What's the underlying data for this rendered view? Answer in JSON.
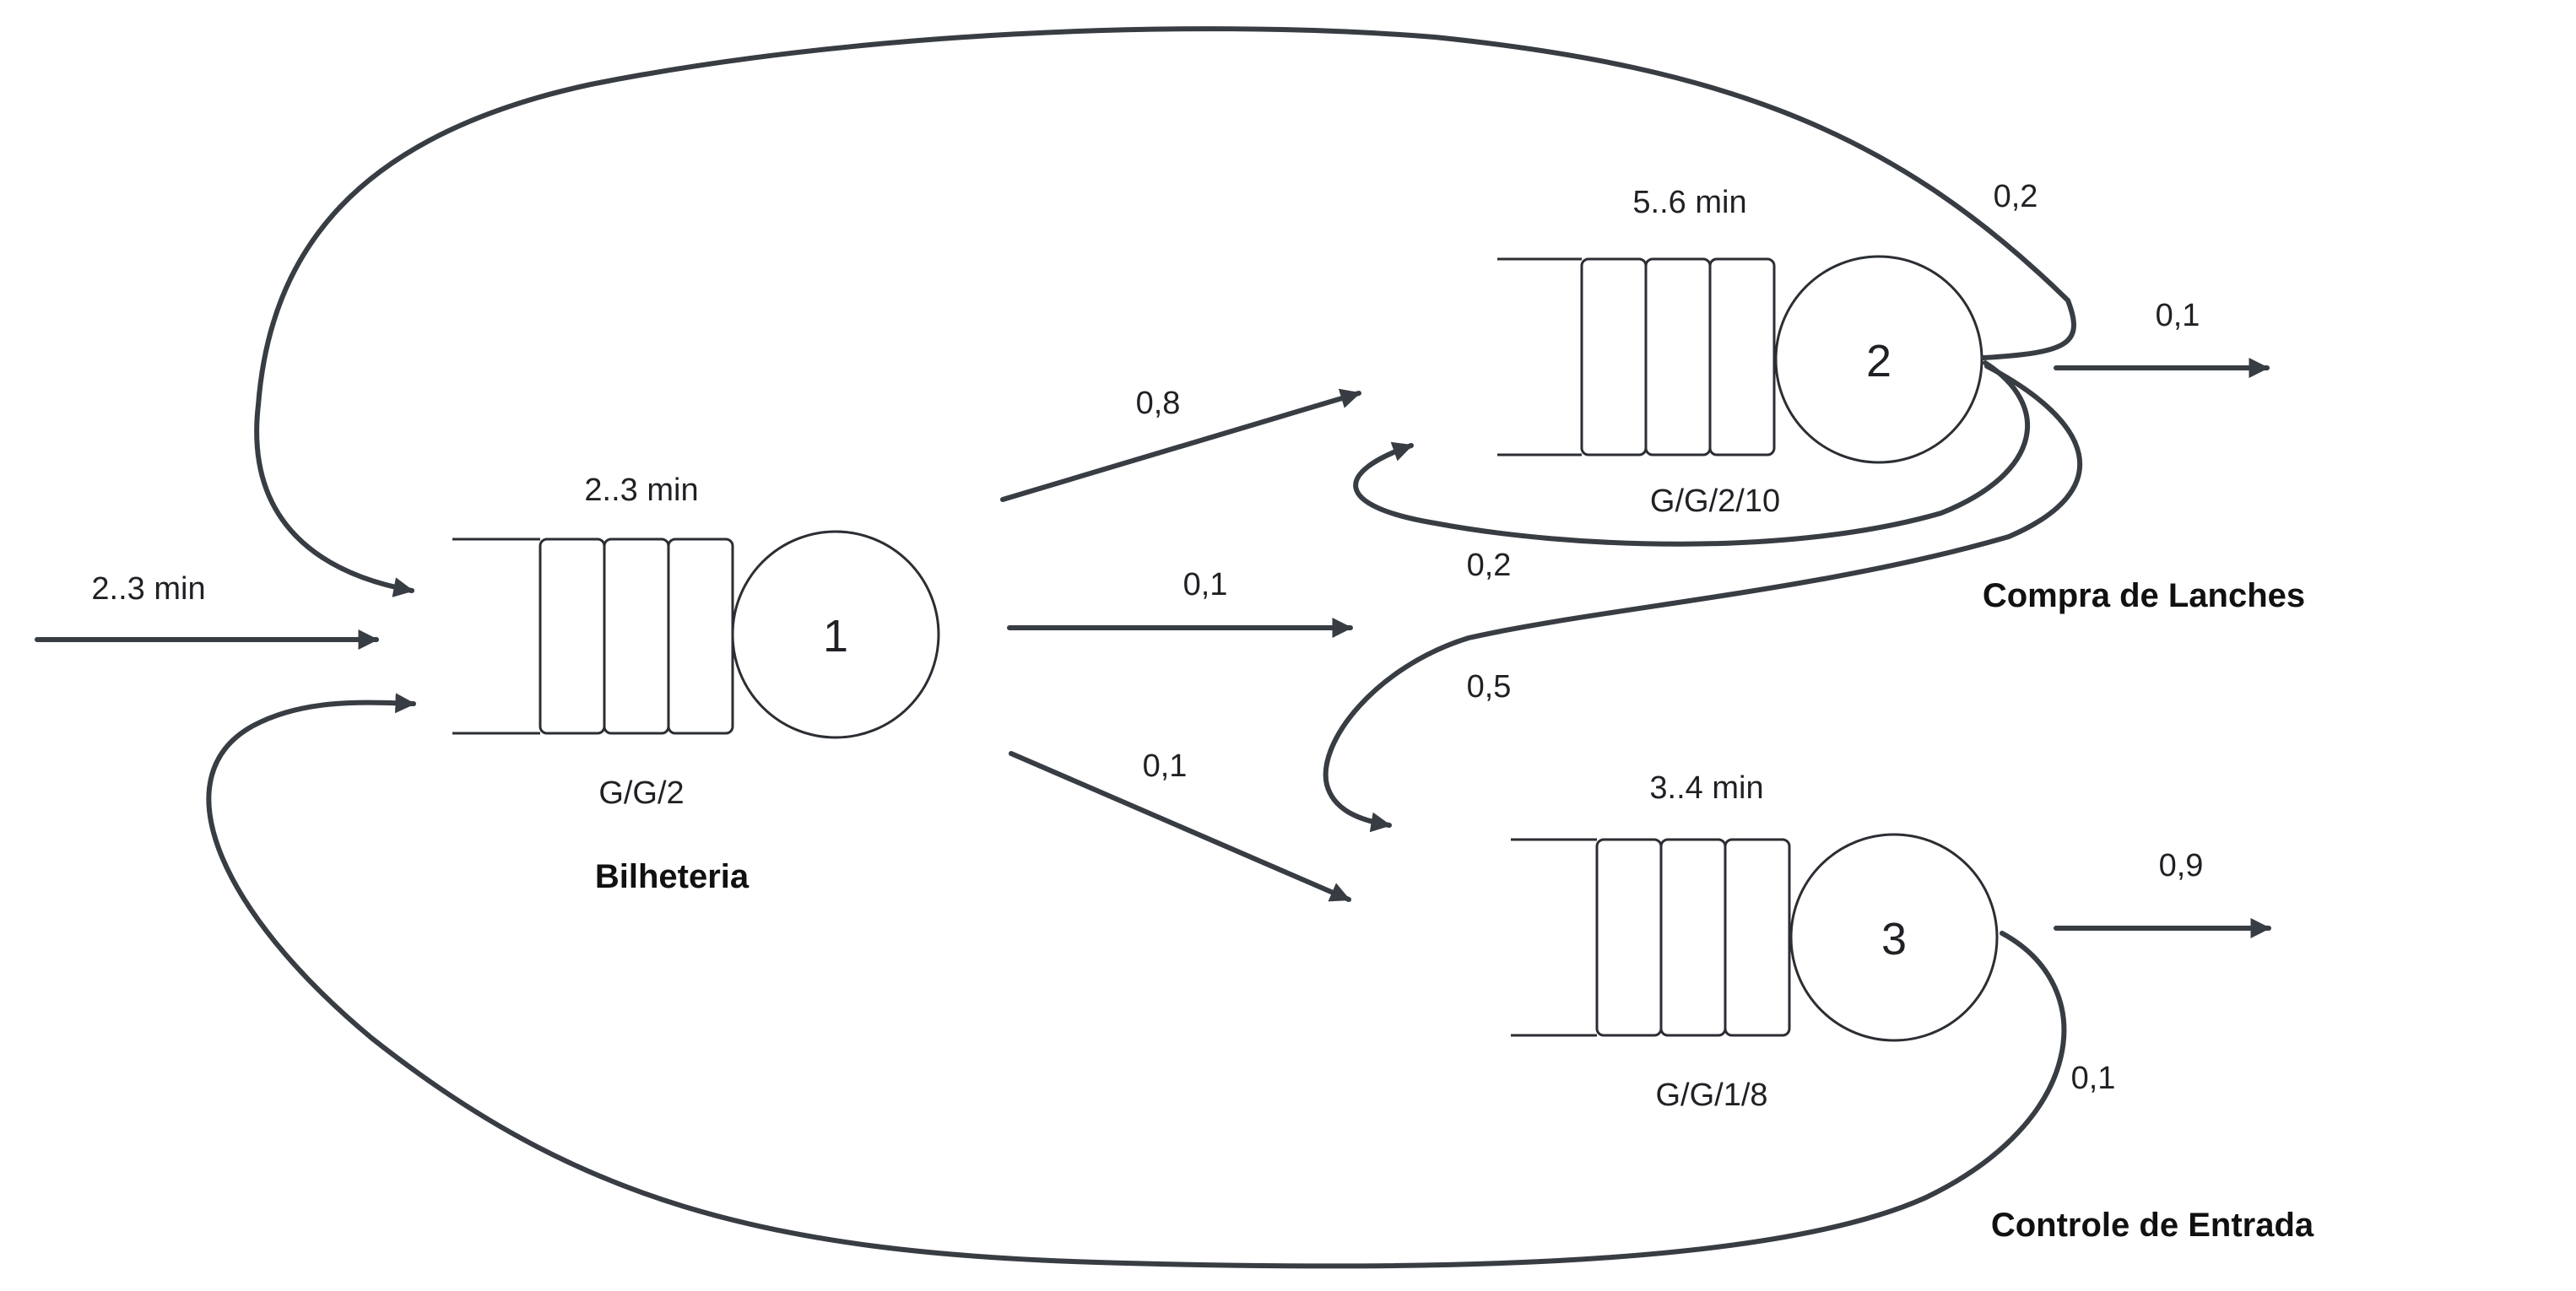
{
  "colors": {
    "stroke": "#383c43",
    "outline": "#2b2e33",
    "text": "#1f2125",
    "background": "#ffffff"
  },
  "external_arrival": {
    "time": "2..3 min"
  },
  "stations": [
    {
      "id": "1",
      "service_time": "2..3 min",
      "notation": "G/G/2",
      "name": "Bilheteria"
    },
    {
      "id": "2",
      "service_time": "5..6 min",
      "notation": "G/G/2/10",
      "name": "Compra de Lanches"
    },
    {
      "id": "3",
      "service_time": "3..4 min",
      "notation": "G/G/1/8",
      "name": "Controle de Entrada"
    }
  ],
  "routes": [
    {
      "from": "1",
      "to": "2",
      "prob": "0,8"
    },
    {
      "from": "1",
      "to": "out",
      "prob": "0,1"
    },
    {
      "from": "1",
      "to": "3",
      "prob": "0,1"
    },
    {
      "from": "2",
      "to": "1",
      "prob": "0,2"
    },
    {
      "from": "2",
      "to": "out",
      "prob": "0,1"
    },
    {
      "from": "2",
      "to": "2",
      "prob": "0,2"
    },
    {
      "from": "2",
      "to": "3",
      "prob": "0,5"
    },
    {
      "from": "3",
      "to": "out",
      "prob": "0,9"
    },
    {
      "from": "3",
      "to": "1",
      "prob": "0,1"
    }
  ]
}
